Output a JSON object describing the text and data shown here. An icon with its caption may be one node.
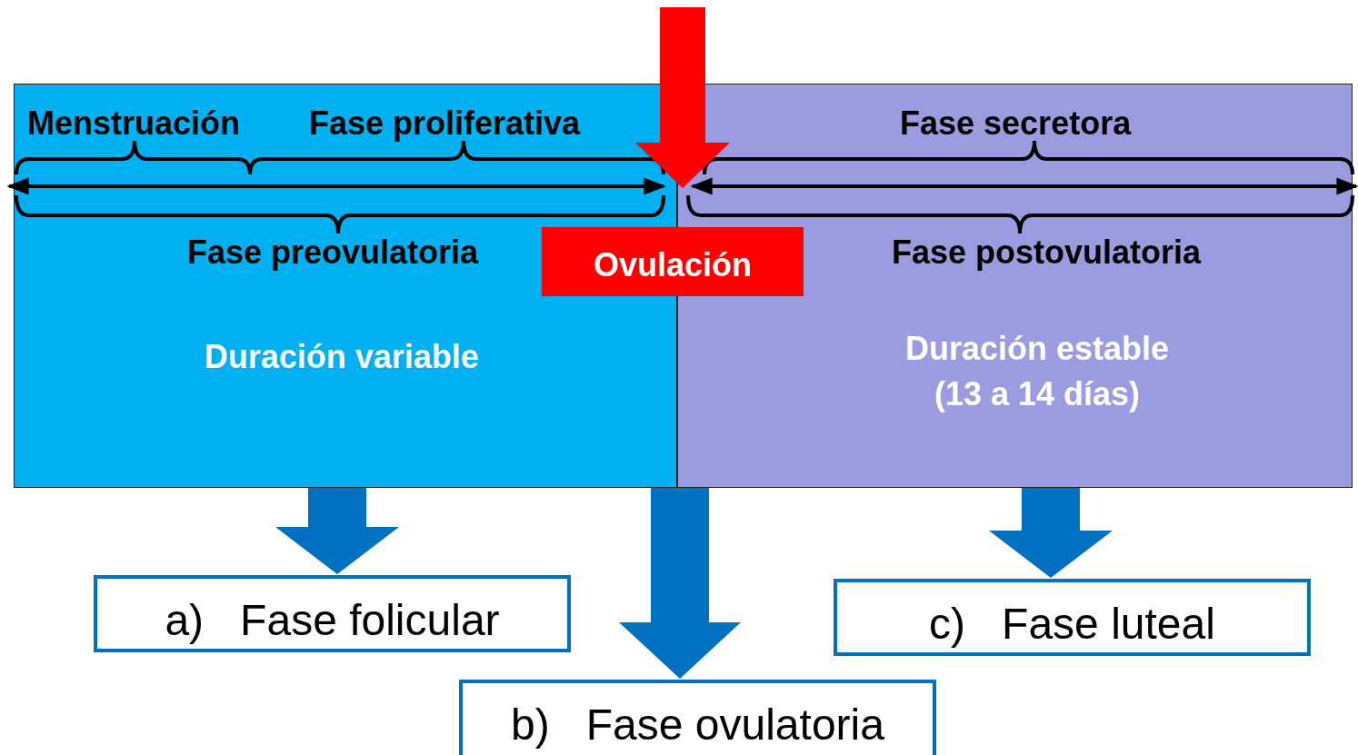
{
  "diagram": {
    "nodes": [
      {
        "text": [
          "Fase preovulatoria",
          "Duración variable"
        ]
      },
      {
        "text": [
          "Fase postovulatoria",
          "Duración estable (13 a 14 días)"
        ]
      },
      {
        "text": [
          "Ovulación"
        ]
      },
      {
        "text": [
          "a)   Fase folicular"
        ]
      },
      {
        "text": [
          "b)   Fase ovulatoria"
        ]
      },
      {
        "text": [
          "c)   Fase luteal"
        ]
      }
    ],
    "edges": [
      {
        "from": null,
        "to": 2,
        "arrow": "to",
        "style": "thick",
        "color": "#ff0000"
      },
      {
        "from": 0,
        "to": 3,
        "arrow": "to",
        "style": "thick"
      },
      {
        "from": null,
        "to": 4,
        "arrow": "to",
        "style": "thick"
      },
      {
        "from": 1,
        "to": 5,
        "arrow": "to",
        "style": "thick"
      }
    ],
    "labels": [
      "Menstruación",
      "Fase proliferativa",
      "Fase secretora"
    ]
  }
}
